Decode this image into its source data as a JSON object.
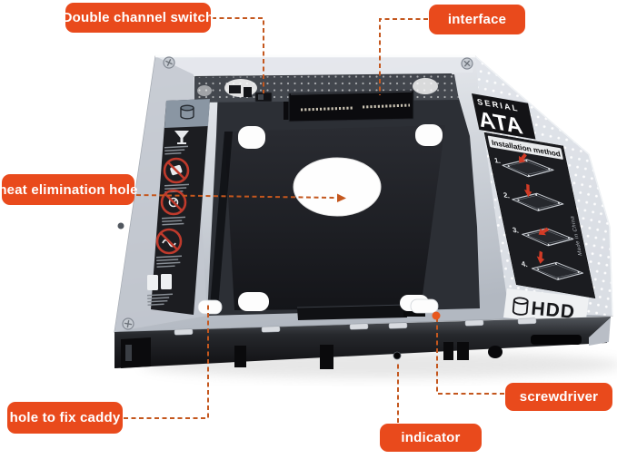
{
  "scene": {
    "background": "#FFFFFF",
    "description": "Universal SATA 2nd HDD caddy (optical bay adapter) product photo with annotation callouts"
  },
  "callouts": {
    "double_channel_switch": "Double channel switch",
    "interface": "interface",
    "heat_elimination_hole": "heat elimination hole",
    "hole_to_fix_caddy": "hole to fix caddy",
    "indicator": "indicator",
    "screwdriver": "screwdriver"
  },
  "product": {
    "side_label": {
      "brand_top": "SERIAL",
      "brand_main": "ATA",
      "panel_title": "Installation method",
      "steps": [
        "1.",
        "2.",
        "3.",
        "4."
      ],
      "made_in": "Made in China",
      "drive_type": "HDD"
    },
    "warning_strip_icons": [
      "drive-icon",
      "fragile-icon",
      "no-drop-icon",
      "no-shock-icon",
      "no-magnet-icon",
      "read-manual-icon"
    ]
  },
  "colors": {
    "callout_bg": "#E94A1C",
    "callout_text": "#FFFFFF",
    "leader_line": "#C4571E",
    "warning_red": "#BF3A2C",
    "step_arrow_red": "#D23B26"
  }
}
